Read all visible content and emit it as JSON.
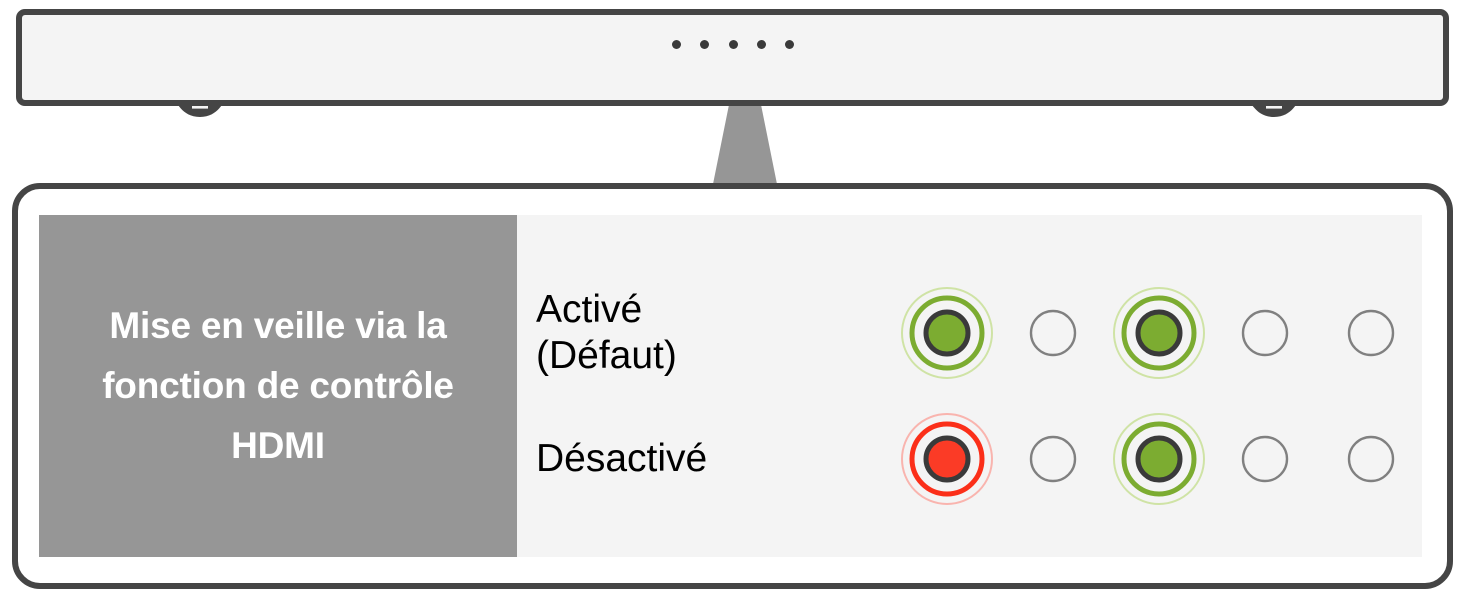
{
  "diagram": {
    "title": "Mise en veille via la fonction de contrôle HDMI",
    "device": {
      "name": "soundbar-device",
      "indicator_dots": 5,
      "feet": 2
    },
    "pointer": {
      "name": "pointer-cone",
      "color": "#969696"
    },
    "setting_label": "Mise en veille via\nla fonction de\ncontrôle HDMI",
    "colors": {
      "label_block_bg": "#969696",
      "label_text": "#ffffff",
      "panel_bg": "#f4f4f4",
      "panel_border": "#454545",
      "led_on_green": "#7cac31",
      "led_on_green_ring": "#7cac31",
      "led_on_green_halo": "#cfe3a5",
      "led_on_red": "#fb3b26",
      "led_on_red_ring": "#fb2f19",
      "led_on_red_halo": "#f9b4ae",
      "led_core_outline": "#3a3a3a",
      "led_off_outline": "#808080",
      "dot_color": "#3a3a3a"
    },
    "rows": [
      {
        "name": "option-row-active",
        "label": "Activé\n(Défaut)",
        "leds": [
          "green",
          "off",
          "green",
          "off",
          "off"
        ]
      },
      {
        "name": "option-row-inactive",
        "label": "Désactivé",
        "leds": [
          "red",
          "off",
          "green",
          "off",
          "off"
        ]
      }
    ]
  }
}
